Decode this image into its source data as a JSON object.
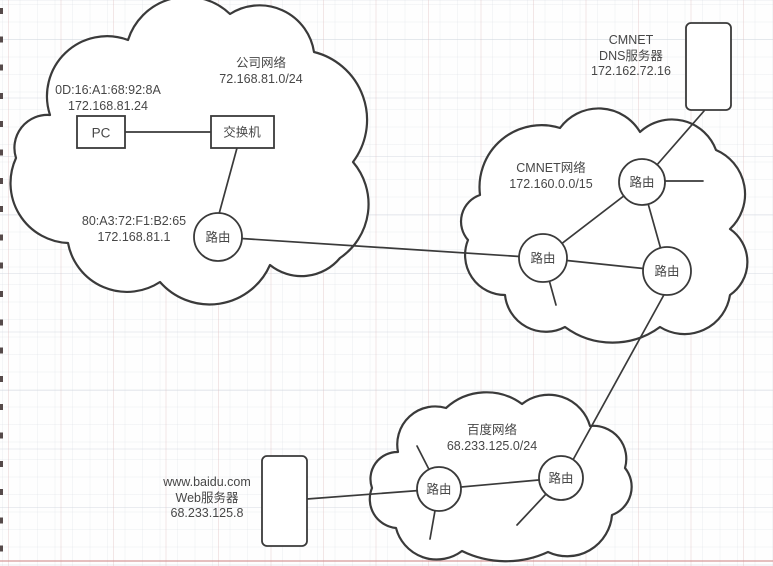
{
  "diagram_title": "network-topology-sketch",
  "clouds": [
    {
      "id": "company",
      "name": "公司网络",
      "cidr": "72.168.81.0/24"
    },
    {
      "id": "cmnet",
      "name": "CMNET网络",
      "cidr": "172.160.0.0/15"
    },
    {
      "id": "baidu",
      "name": "百度网络",
      "cidr": "68.233.125.0/24"
    }
  ],
  "nodes": {
    "pc": {
      "label": "PC",
      "mac": "0D:16:A1:68:92:8A",
      "ip": "172.168.81.24"
    },
    "switch": {
      "label": "交换机"
    },
    "company_router": {
      "label": "路由",
      "mac": "80:A3:72:F1:B2:65",
      "ip": "172.168.81.1"
    },
    "cmnet_router_top": {
      "label": "路由"
    },
    "cmnet_router_left": {
      "label": "路由"
    },
    "cmnet_router_right": {
      "label": "路由"
    },
    "baidu_router_left": {
      "label": "路由"
    },
    "baidu_router_right": {
      "label": "路由"
    },
    "dns_server": {
      "line1": "CMNET",
      "line2": "DNS服务器",
      "line3": "172.162.72.16"
    },
    "web_server": {
      "line1": "www.baidu.com",
      "line2": "Web服务器",
      "line3": "68.233.125.8"
    }
  },
  "colors": {
    "stroke": "#3a3a3a",
    "paper_rule": "#cf8a8a"
  }
}
